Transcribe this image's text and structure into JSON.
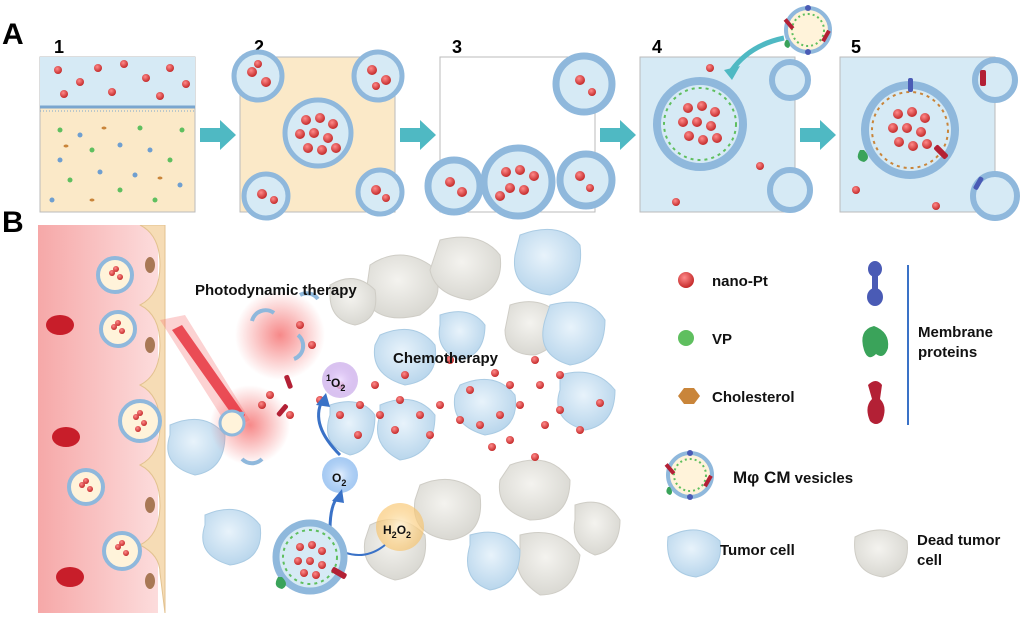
{
  "panel_a": {
    "letter": "A",
    "steps": [
      "1",
      "2",
      "3",
      "4",
      "5"
    ]
  },
  "panel_b": {
    "letter": "B",
    "photodynamic_label": "Photodynamic therapy",
    "chemotherapy_label": "Chemotherapy",
    "singlet_oxygen": {
      "sup": "1",
      "main": "O",
      "sub": "2"
    },
    "oxygen": {
      "main": "O",
      "sub": "2"
    },
    "peroxide": {
      "main1": "H",
      "sub1": "2",
      "main2": "O",
      "sub2": "2"
    }
  },
  "legend": {
    "nano_pt": "nano-Pt",
    "vp": "VP",
    "cholesterol": "Cholesterol",
    "membrane_proteins_line1": "Membrane",
    "membrane_proteins_line2": "proteins",
    "vesicles_main": "Mφ CM",
    "vesicles_suffix": " vesicles",
    "tumor_cell": "Tumor cell",
    "dead_tumor_line1": "Dead tumor",
    "dead_tumor_line2": "cell"
  },
  "colors": {
    "nano_pt": "#d93a3a",
    "vp": "#5fbf5f",
    "cholesterol": "#c9853a",
    "membrane_blue": "#4a5bb5",
    "membrane_green": "#3aa35a",
    "membrane_red": "#b32035",
    "panel_bg_blue": "#d6eaf5",
    "panel_bg_cream": "#fbe9c8",
    "arrow_teal": "#4fb9c3",
    "vessel_red": "#e65a5a"
  }
}
